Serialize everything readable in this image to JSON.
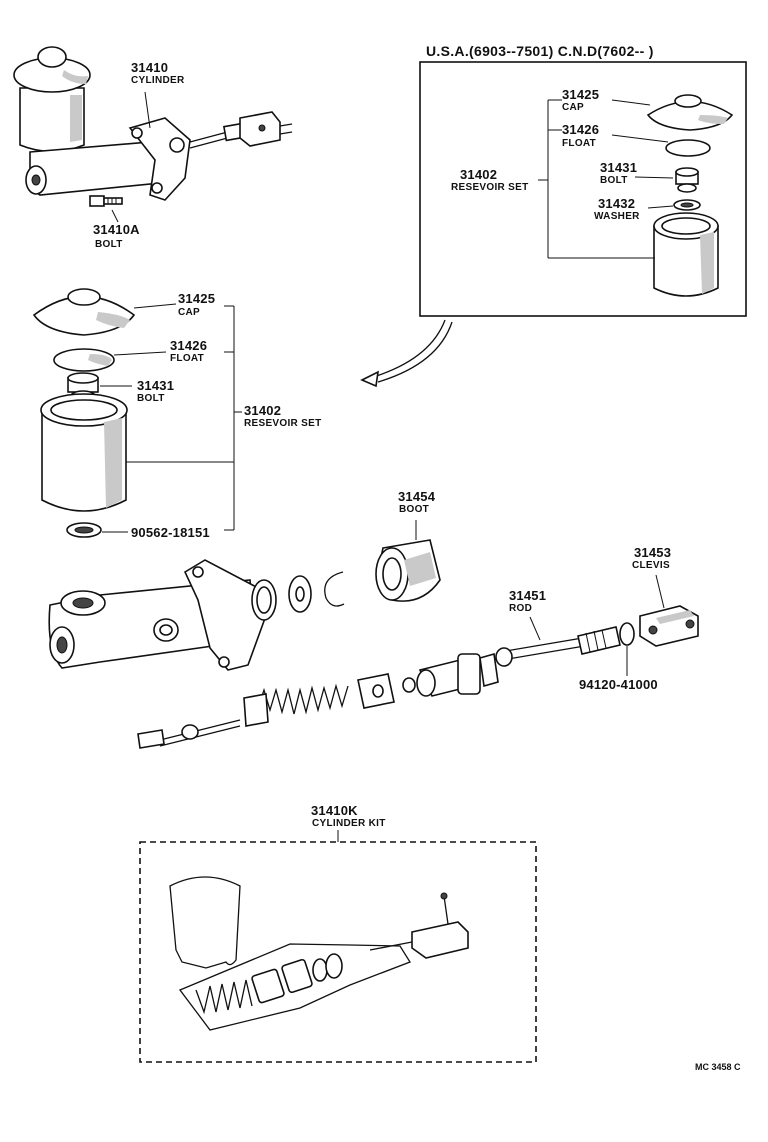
{
  "top_assembly": {
    "cylinder_number": "31410",
    "cylinder_name": "CYLINDER",
    "bolt_number": "31410A",
    "bolt_name": "BOLT"
  },
  "inset": {
    "header": "U.S.A.(6903--7501) C.N.D(7602--       )",
    "cap_number": "31425",
    "cap_name": "CAP",
    "float_number": "31426",
    "float_name": "FLOAT",
    "bolt_number": "31431",
    "bolt_name": "BOLT",
    "washer_number": "31432",
    "washer_name": "WASHER",
    "reservoir_number": "31402",
    "reservoir_name": "RESEVOIR SET"
  },
  "reservoir": {
    "cap_number": "31425",
    "cap_name": "CAP",
    "float_number": "31426",
    "float_name": "FLOAT",
    "bolt_number": "31431",
    "bolt_name": "BOLT",
    "set_number": "31402",
    "set_name": "RESEVOIR SET",
    "seal_number": "90562-18151"
  },
  "exploded": {
    "boot_number": "31454",
    "boot_name": "BOOT",
    "clevis_number": "31453",
    "clevis_name": "CLEVIS",
    "rod_number": "31451",
    "rod_name": "ROD",
    "nut_number": "94120-41000"
  },
  "kit": {
    "number": "31410K",
    "name": "CYLINDER KIT"
  },
  "footer": {
    "code": "MC 3458 C"
  }
}
